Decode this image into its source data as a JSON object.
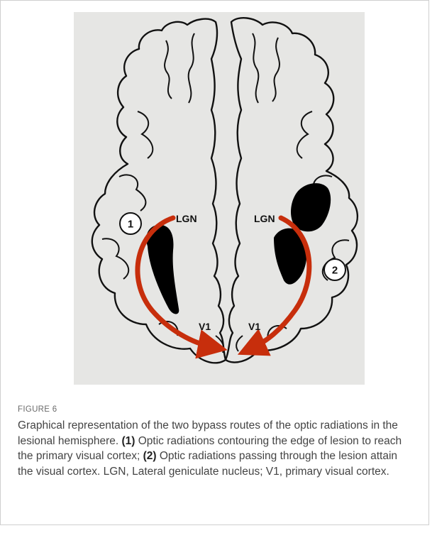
{
  "figure": {
    "label": "FIGURE 6",
    "diagram": {
      "left_route_number": "1",
      "right_route_number": "2",
      "left_origin_label": "LGN",
      "right_origin_label": "LGN",
      "left_target_label": "V1",
      "right_target_label": "V1",
      "colors": {
        "background": "#e6e6e4",
        "outline": "#111111",
        "lesion": "#000000",
        "route_arrow": "#c72e0c"
      }
    },
    "caption": {
      "lead": "Graphical representation of the two bypass routes of the optic radiations in the lesional hemisphere. ",
      "marker_1": "(1)",
      "part_1": " Optic radiations contouring the edge of lesion to reach the primary visual cortex; ",
      "marker_2": "(2)",
      "part_2": " Optic radiations passing through the lesion attain the visual cortex. LGN, Lateral geniculate nucleus; V1, primary visual cortex."
    }
  }
}
